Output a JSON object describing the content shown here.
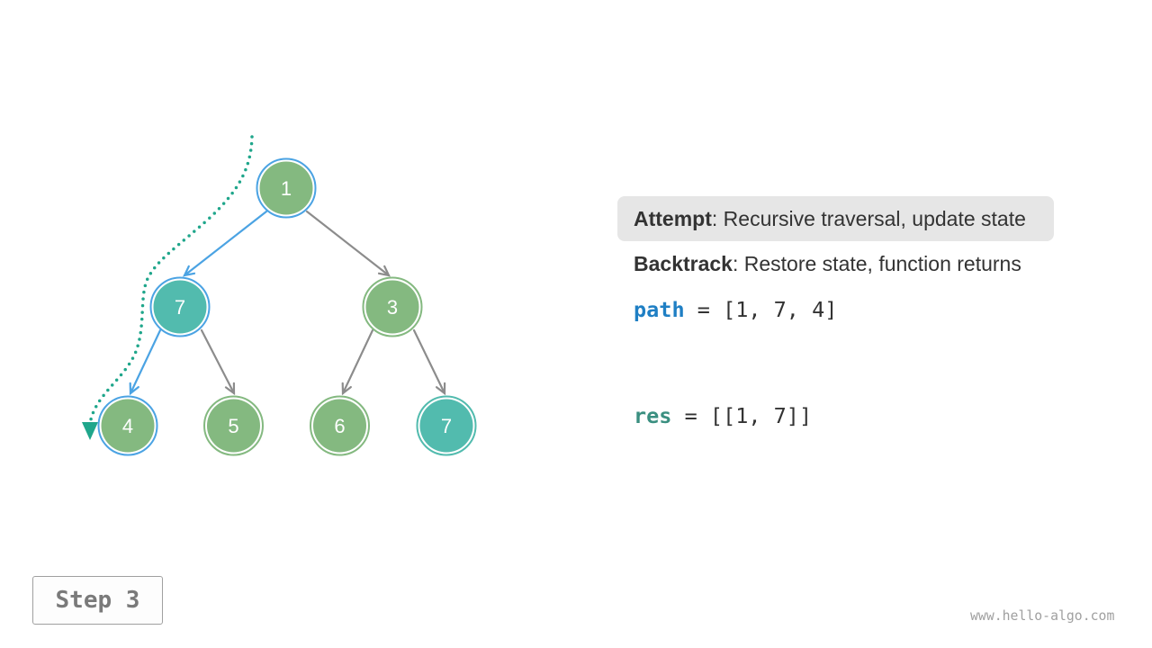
{
  "tree": {
    "trace_color": "#1fa68b",
    "nodes": [
      {
        "value": "1",
        "fill": "#84b980",
        "ring": "#4ba3e3"
      },
      {
        "value": "7",
        "fill": "#52bbae",
        "ring": "#4ba3e3"
      },
      {
        "value": "3",
        "fill": "#84b980",
        "ring": "#84b980"
      },
      {
        "value": "4",
        "fill": "#84b980",
        "ring": "#4ba3e3"
      },
      {
        "value": "5",
        "fill": "#84b980",
        "ring": "#84b980"
      },
      {
        "value": "6",
        "fill": "#84b980",
        "ring": "#84b980"
      },
      {
        "value": "7",
        "fill": "#52bbae",
        "ring": "#52bbae"
      }
    ],
    "edges": [
      {
        "from": 0,
        "to": 1,
        "color": "#4ba3e3"
      },
      {
        "from": 0,
        "to": 2,
        "color": "#8c8c8c"
      },
      {
        "from": 1,
        "to": 3,
        "color": "#4ba3e3"
      },
      {
        "from": 1,
        "to": 4,
        "color": "#8c8c8c"
      },
      {
        "from": 2,
        "to": 5,
        "color": "#8c8c8c"
      },
      {
        "from": 2,
        "to": 6,
        "color": "#8c8c8c"
      }
    ]
  },
  "legend": {
    "attempt": {
      "term": "Attempt",
      "separator": ":",
      "description": "Recursive traversal, update state",
      "highlighted": true,
      "highlight_color": "#e6e6e6"
    },
    "backtrack": {
      "term": "Backtrack",
      "separator": ":",
      "description": "Restore state, function returns",
      "highlighted": false
    }
  },
  "state": {
    "path": {
      "name": "path",
      "operator": "=",
      "value": "[1, 7, 4]",
      "color": "#1f7fc4"
    },
    "res": {
      "name": "res",
      "operator": "=",
      "value": "[[1, 7]]",
      "color": "#3a8f80"
    }
  },
  "step_label": "Step 3",
  "watermark": "www.hello-algo.com"
}
